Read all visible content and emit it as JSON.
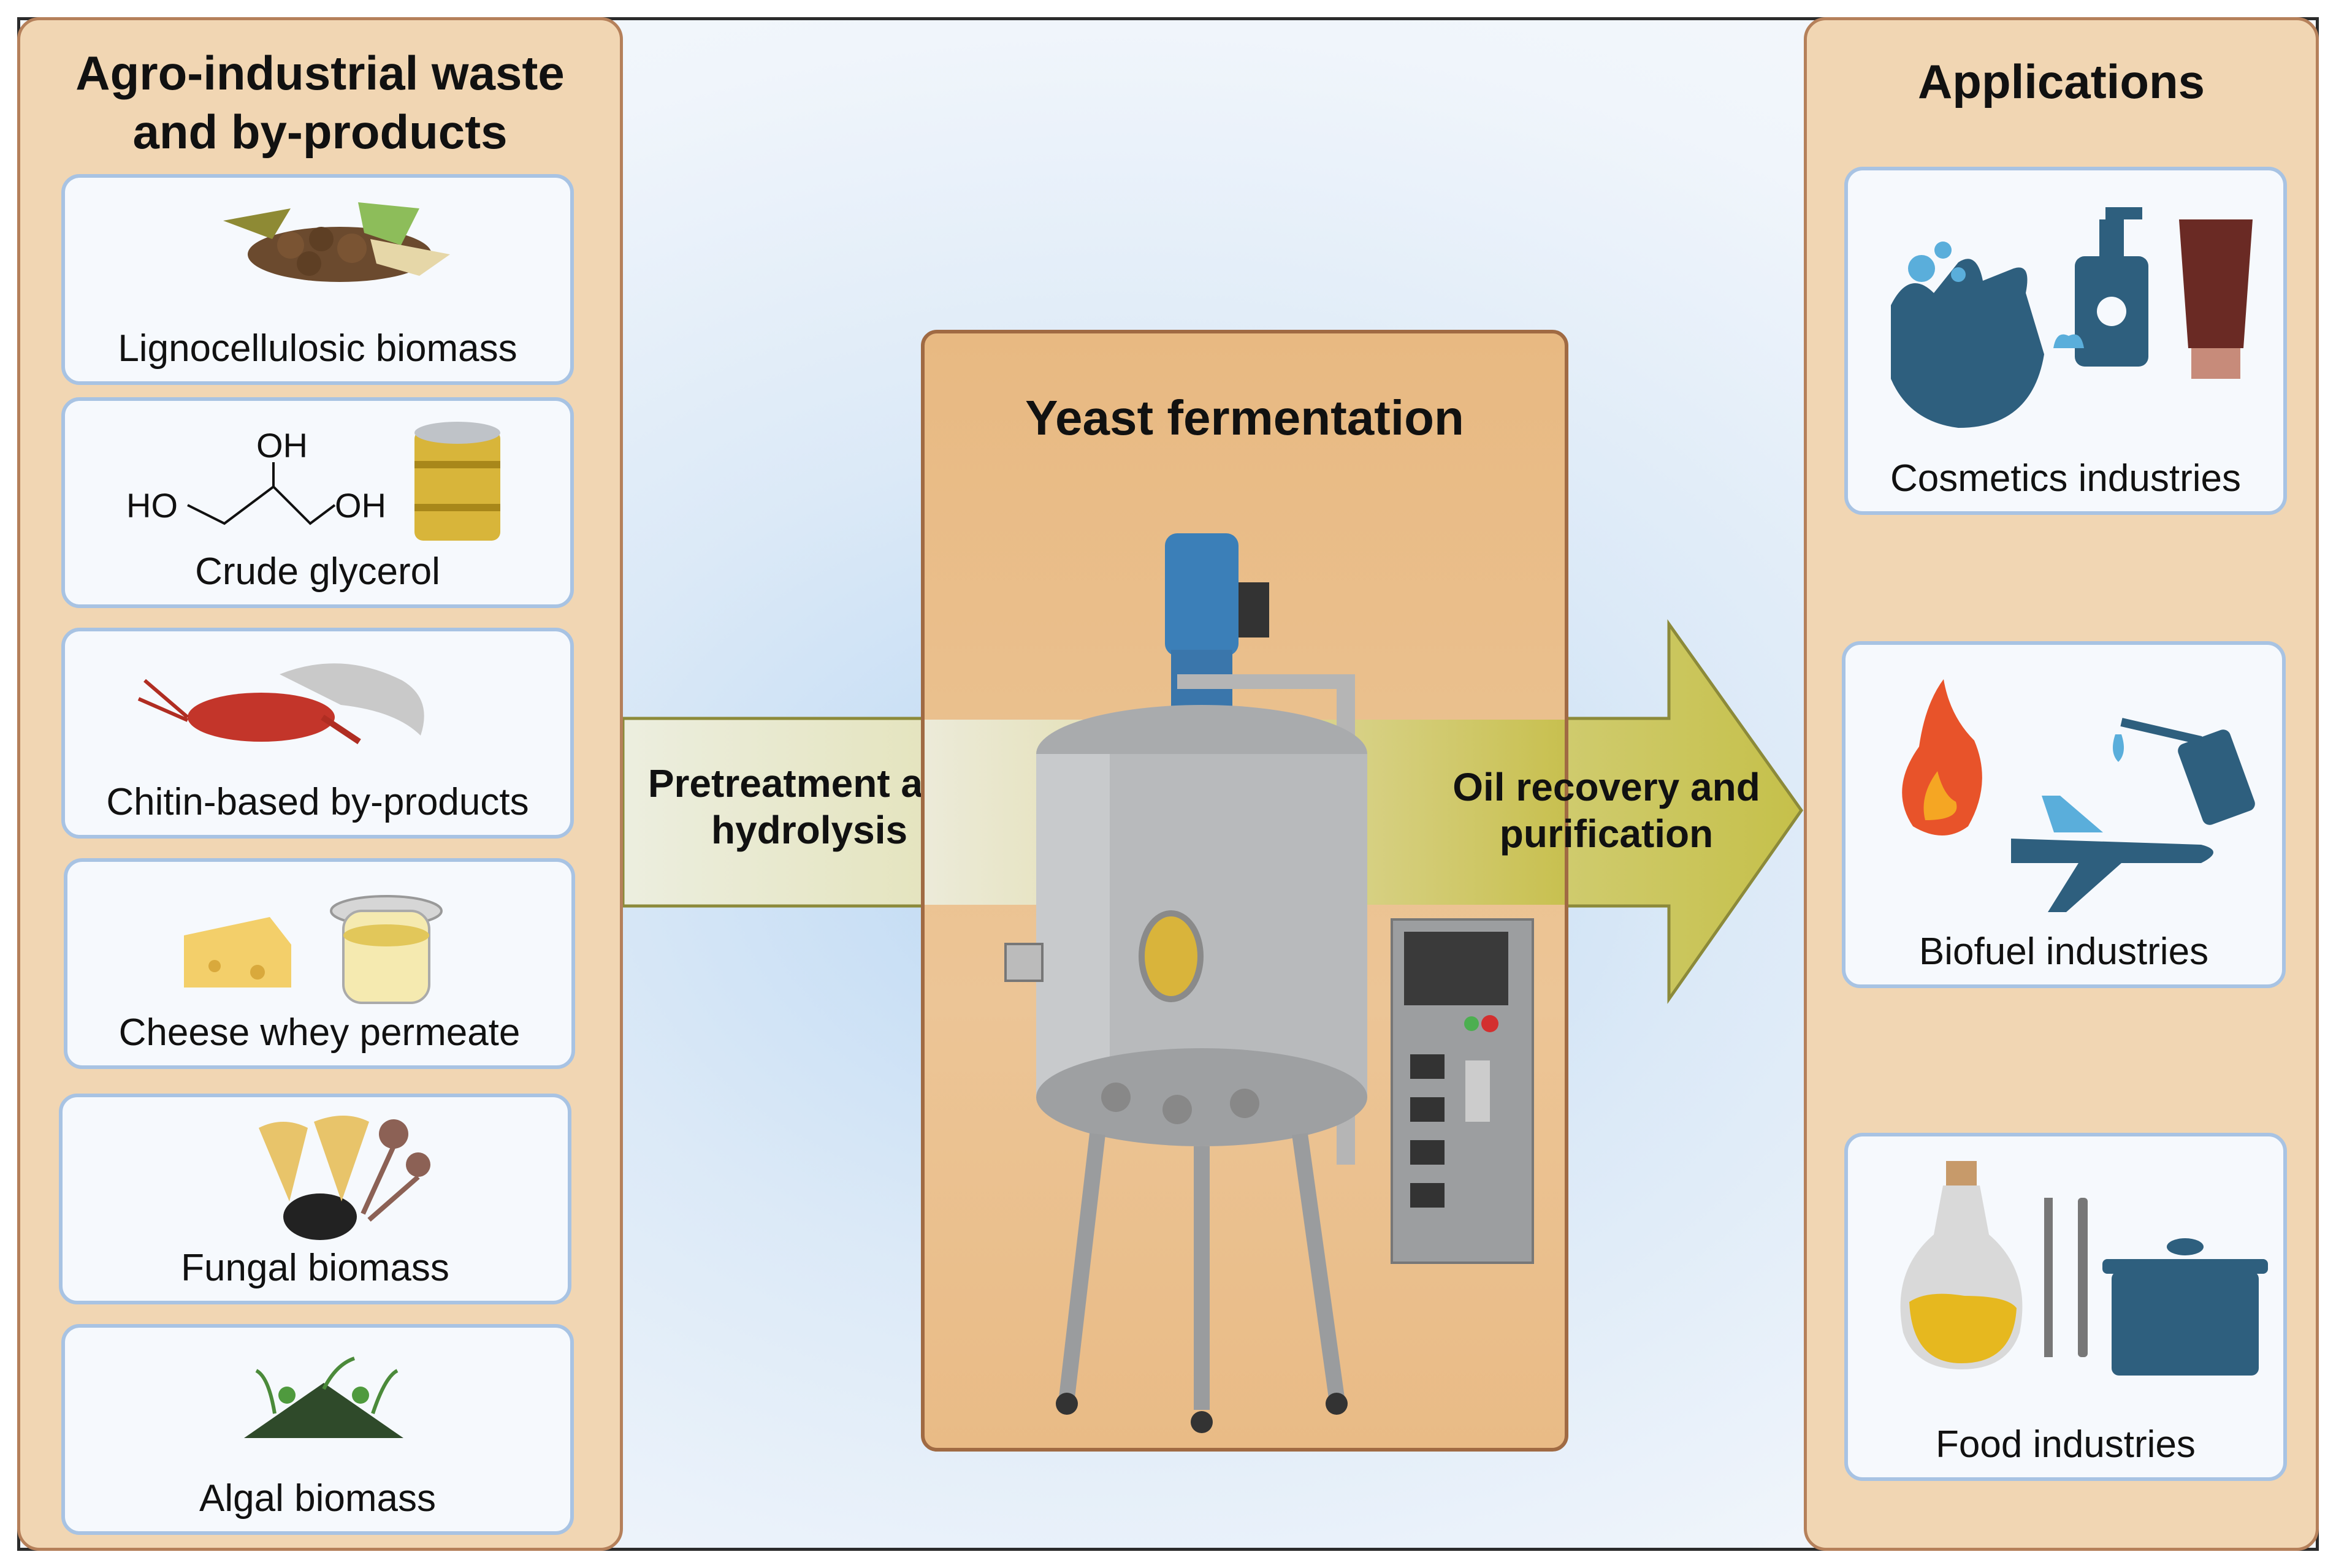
{
  "left_panel": {
    "title_line1": "Agro-industrial waste",
    "title_line2": "and by-products",
    "items": [
      {
        "label": "Lignocellulosic biomass"
      },
      {
        "label": "Crude glycerol"
      },
      {
        "label": "Chitin-based by-products"
      },
      {
        "label": "Cheese whey permeate"
      },
      {
        "label": "Fungal biomass"
      },
      {
        "label": "Algal biomass"
      }
    ],
    "glycerol_formula": {
      "oh_top": "OH",
      "ho_left": "HO",
      "oh_right": "OH"
    }
  },
  "center": {
    "title": "Yeast fermentation",
    "left_arrow_line1": "Pretreatment and",
    "left_arrow_line2": "hydrolysis",
    "right_arrow_line1": "Oil recovery and",
    "right_arrow_line2": "purification"
  },
  "right_panel": {
    "title": "Applications",
    "items": [
      {
        "label": "Cosmetics industries"
      },
      {
        "label": "Biofuel industries"
      },
      {
        "label": "Food industries"
      }
    ]
  },
  "colors": {
    "panel_fill": "#f1d6b3",
    "card_border": "#a8c3e3",
    "arrow_start": "#e8ead2",
    "arrow_end": "#c7c34e",
    "icon_blue": "#2e5f7e"
  }
}
